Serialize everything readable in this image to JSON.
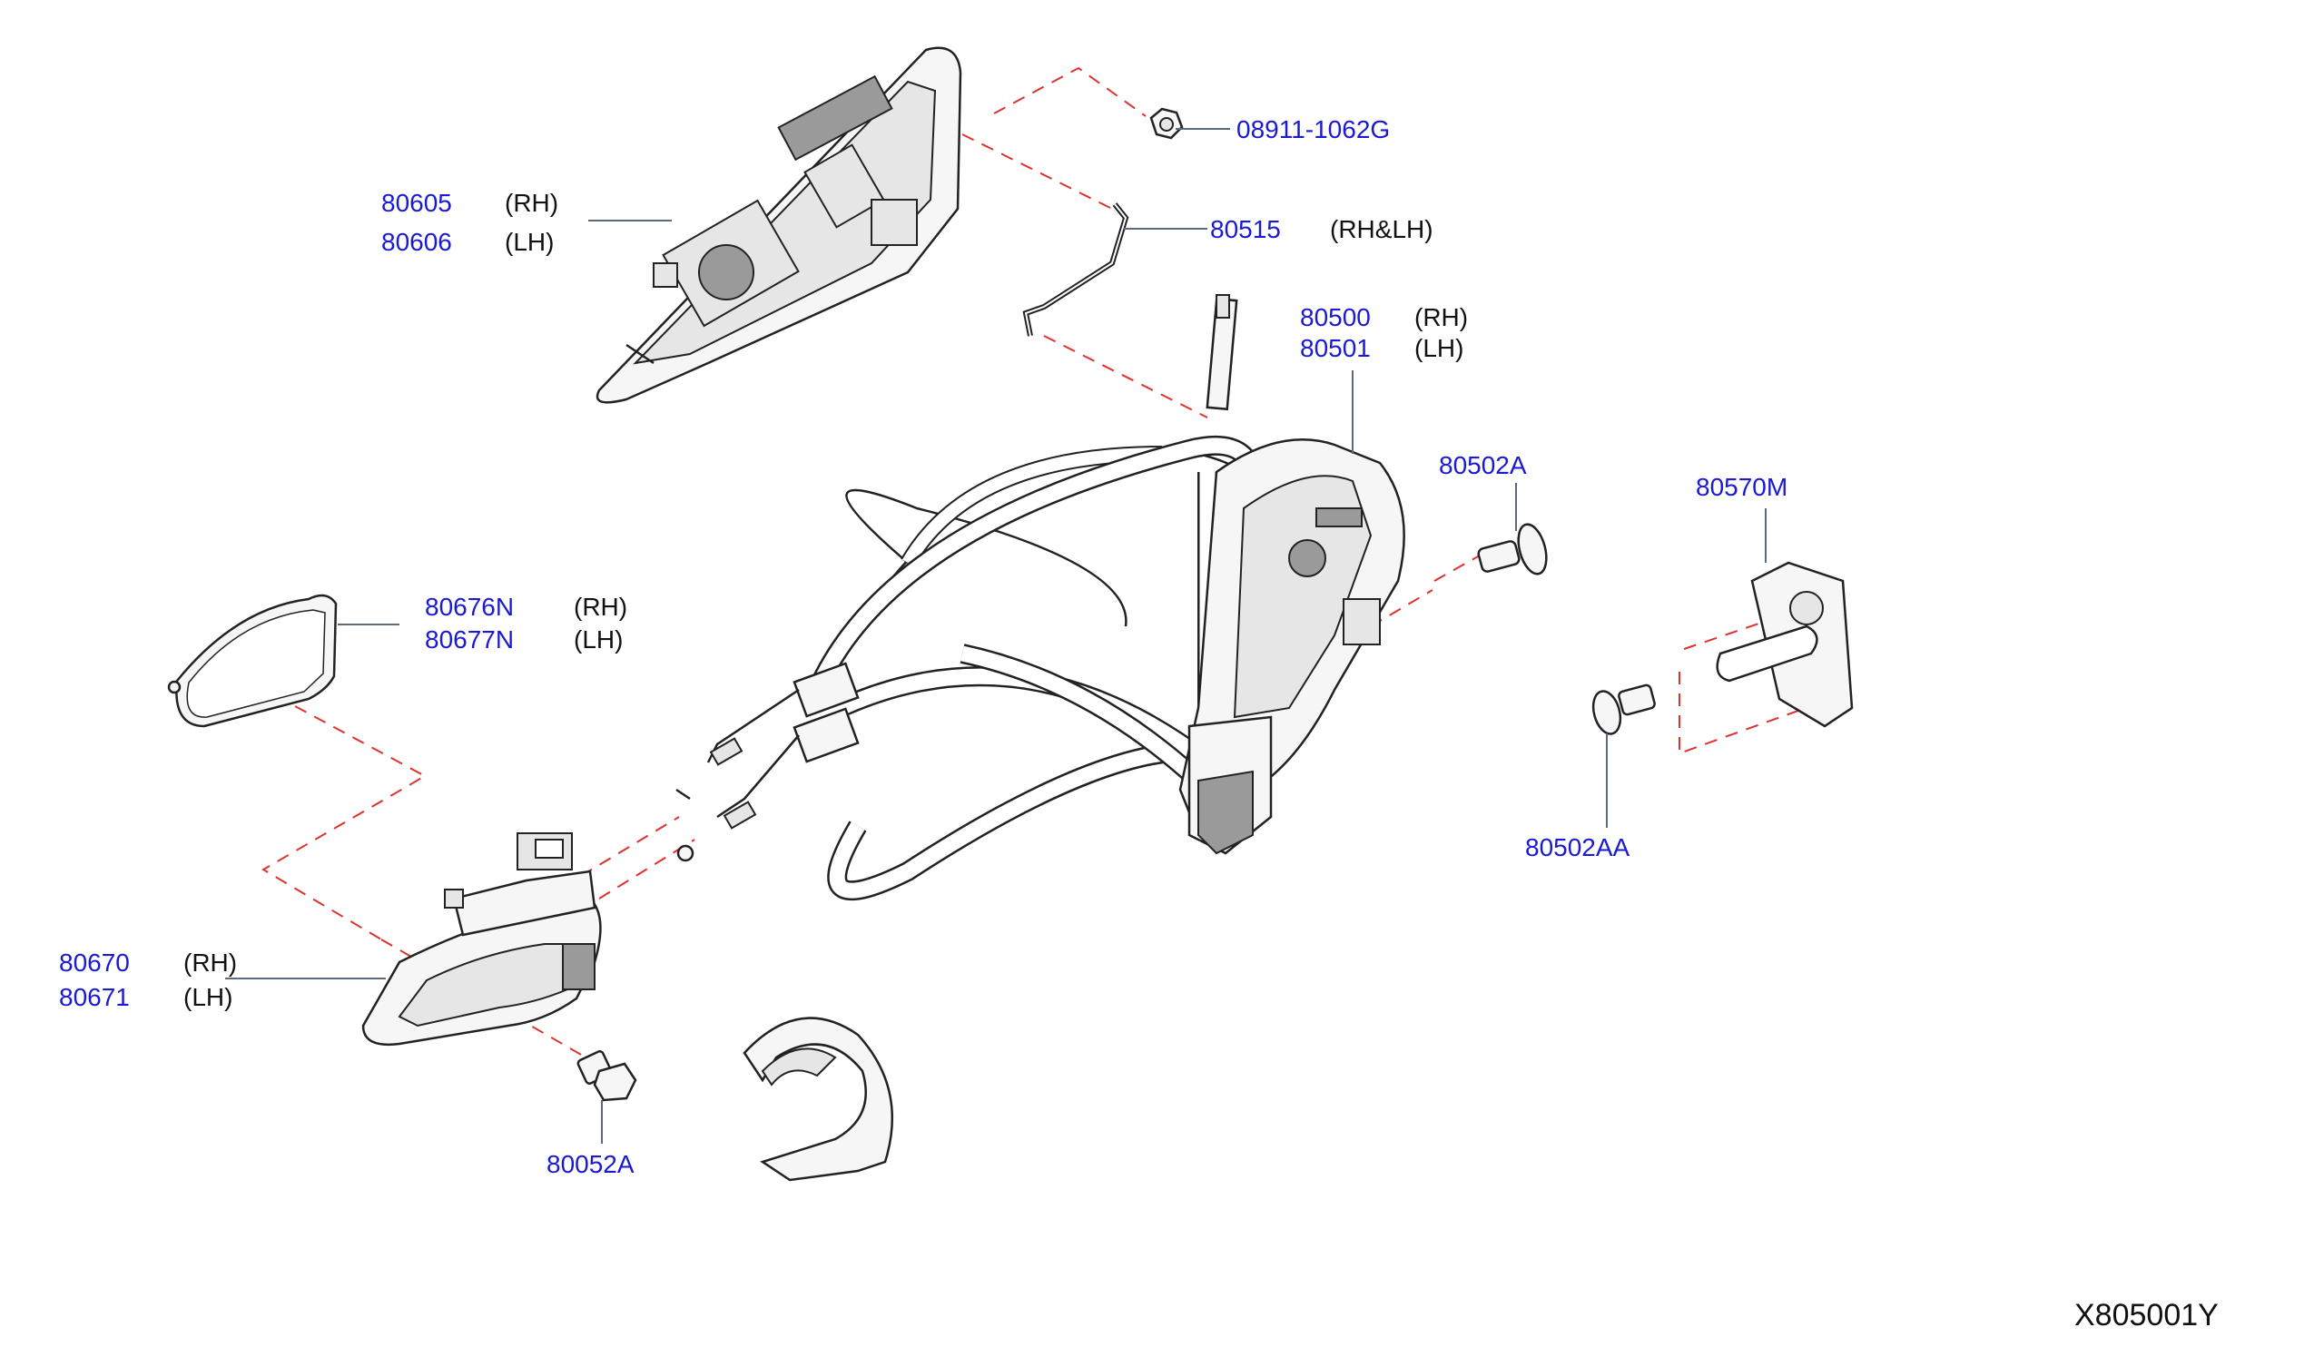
{
  "diagram": {
    "code": "X805001Y",
    "colors": {
      "part_number": "#1a1ad4",
      "side_text": "#111111",
      "dashed_line": "#e03030",
      "leader": "#5a6a80"
    },
    "labels": [
      {
        "id": "a",
        "part": "80605",
        "side": "(RH)"
      },
      {
        "id": "b",
        "part": "80606",
        "side": "(LH)"
      },
      {
        "id": "c",
        "part": "08911-1062G",
        "side": ""
      },
      {
        "id": "d",
        "part": "80515",
        "side": "(RH&LH)"
      },
      {
        "id": "e",
        "part": "80500",
        "side": "(RH)"
      },
      {
        "id": "f",
        "part": "80501",
        "side": "(LH)"
      },
      {
        "id": "g",
        "part": "80502A",
        "side": ""
      },
      {
        "id": "h",
        "part": "80570M",
        "side": ""
      },
      {
        "id": "i",
        "part": "80676N",
        "side": "(RH)"
      },
      {
        "id": "j",
        "part": "80677N",
        "side": "(LH)"
      },
      {
        "id": "k",
        "part": "80502AA",
        "side": ""
      },
      {
        "id": "l",
        "part": "80670",
        "side": "(RH)"
      },
      {
        "id": "m",
        "part": "80671",
        "side": "(LH)"
      },
      {
        "id": "n",
        "part": "80052A",
        "side": ""
      }
    ]
  }
}
